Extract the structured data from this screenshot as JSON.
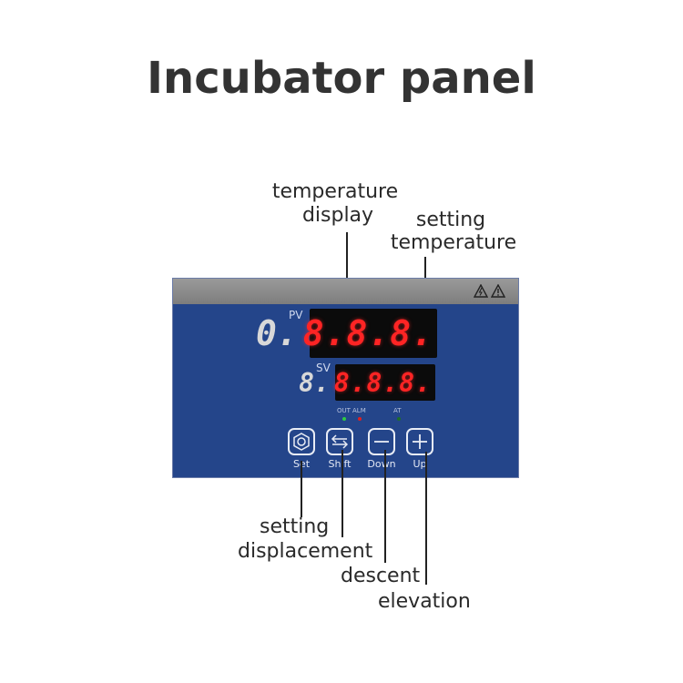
{
  "title": "Incubator panel",
  "callouts": {
    "temperature_display": [
      "temperature",
      "display"
    ],
    "setting_temperature": [
      "setting",
      "temperature"
    ],
    "setting": "setting",
    "displacement": "displacement",
    "descent": "descent",
    "elevation": "elevation"
  },
  "panel": {
    "pv_label": "PV",
    "sv_label": "SV",
    "pv_lead_digit": "0.",
    "pv_digits": "8.8.8.",
    "sv_lead_digit": "8.",
    "sv_digits": "8.8.8.",
    "led_labels": {
      "out": "OUT",
      "alm": "ALM",
      "at": "AT"
    },
    "buttons": [
      {
        "label": "Set",
        "icon": "hexagon-icon"
      },
      {
        "label": "Shift",
        "icon": "shift-arrows-icon"
      },
      {
        "label": "Down",
        "icon": "minus-icon"
      },
      {
        "label": "Up",
        "icon": "plus-icon"
      }
    ]
  },
  "colors": {
    "panel_blue": "#24458a",
    "segment_red": "#ff2424",
    "led_green": "#2ecc40",
    "led_red": "#e02020"
  }
}
